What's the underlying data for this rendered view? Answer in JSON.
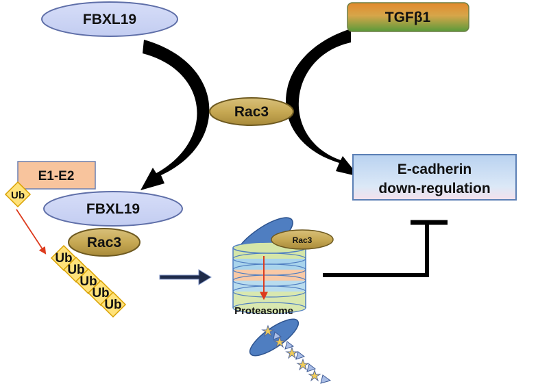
{
  "diagram": {
    "nodes": {
      "fbxl19_top": "FBXL19",
      "tgfb1": "TGFβ1",
      "rac3_center": "Rac3",
      "ecadherin_line1": "E-cadherin",
      "ecadherin_line2": "down-regulation",
      "e1e2": "E1-E2",
      "fbxl19_complex": "FBXL19",
      "rac3_complex": "Rac3",
      "rac3_proteasome": "Rac3",
      "proteasome": "Proteasome"
    },
    "ubiquitin": {
      "free": "Ub",
      "chain": [
        "Ub",
        "Ub",
        "Ub",
        "Ub",
        "Ub"
      ]
    },
    "colors": {
      "ellipse_lavender": "#ccd4f5",
      "ellipse_border": "#5f6fa8",
      "rac3_gold": "#cdb263",
      "rac3_border": "#6e5a21",
      "tgfb_orange": "#e2892c",
      "tgfb_green": "#5a9a3a",
      "ecad_fill": "#c9dcf2",
      "ecad_border": "#5b7fb5",
      "e1e2_fill": "#f8c49d",
      "ub_yellow": "#ffe27a",
      "ub_border": "#d9a100",
      "proteasome_blue": "#4f7ec1",
      "red_arrow": "#dd3b1e",
      "black": "#000000"
    }
  }
}
